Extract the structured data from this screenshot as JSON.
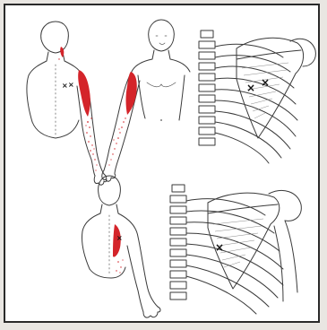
{
  "figure": {
    "panels": [
      {
        "id": "upper",
        "views": [
          "posterior-torso",
          "anterior-torso",
          "scapula-posterior"
        ],
        "trigger_points": 2
      },
      {
        "id": "lower",
        "views": [
          "posterior-torso-left",
          "scapula-posterior"
        ],
        "trigger_points": 1
      }
    ],
    "marker_symbol": "×",
    "colors": {
      "referred_pain": "#d4242a",
      "line_art": "#3a3a3a",
      "frame": "#2a2a2a",
      "background": "#e9e6e2"
    }
  }
}
